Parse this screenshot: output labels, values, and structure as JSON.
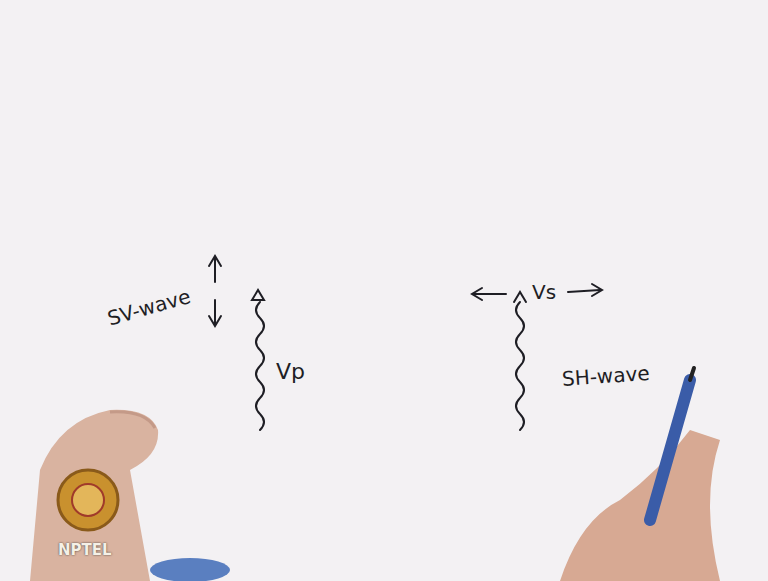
{
  "diagram": {
    "labels": [
      "SV-wave",
      "Vp",
      "Vs",
      "SH-wave",
      "NPTEL"
    ]
  }
}
